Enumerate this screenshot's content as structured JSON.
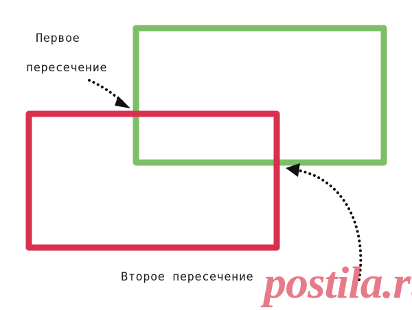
{
  "labels": {
    "first_line1": "Первое",
    "first_line2": "пересечение",
    "second": "Второе пересечение"
  },
  "watermark": "postila.ru",
  "colors": {
    "green_rect": "#7cbf68",
    "red_rect": "#d8304e",
    "arrow": "#111111",
    "watermark": "#dc465a"
  }
}
